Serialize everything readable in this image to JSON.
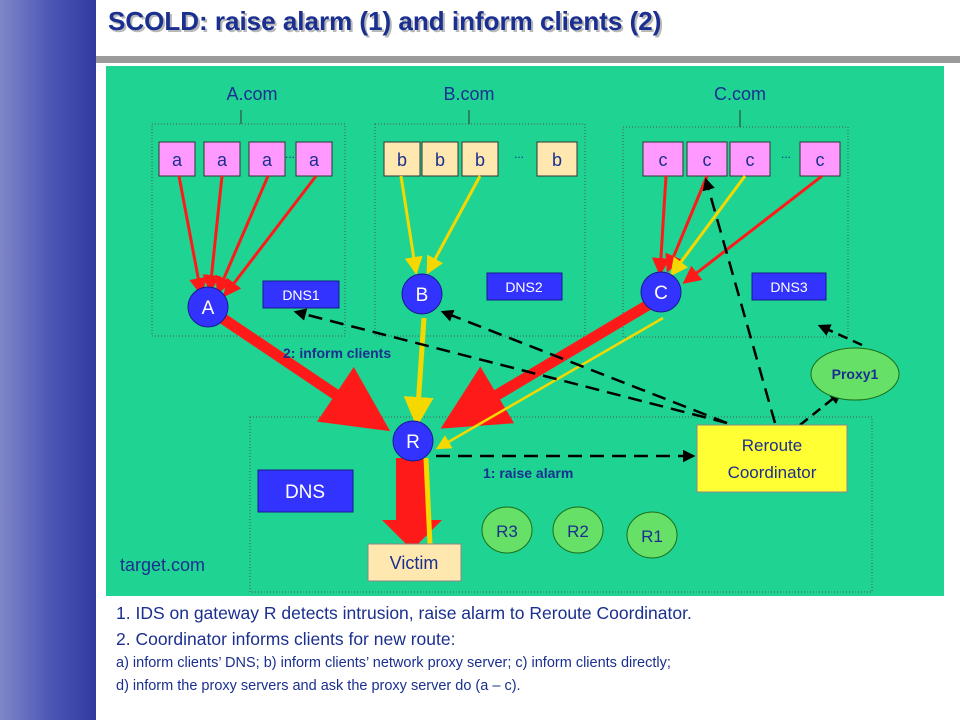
{
  "title": "SCOLD: raise alarm (1) and inform clients (2)",
  "domains": {
    "a": "A.com",
    "b": "B.com",
    "c": "C.com",
    "target": "target.com"
  },
  "clients": {
    "a": [
      "a",
      "a",
      "a",
      "a"
    ],
    "b": [
      "b",
      "b",
      "b",
      "b"
    ],
    "c": [
      "c",
      "c",
      "c",
      "c"
    ],
    "ellipsis": "..."
  },
  "gateways": {
    "a": "A",
    "b": "B",
    "c": "C",
    "r": "R"
  },
  "dns": {
    "dns1": "DNS1",
    "dns2": "DNS2",
    "dns3": "DNS3",
    "target": "DNS"
  },
  "proxy": "Proxy1",
  "coordinator": {
    "line1": "Reroute",
    "line2": "Coordinator"
  },
  "routers": {
    "r1": "R1",
    "r2": "R2",
    "r3": "R3"
  },
  "victim": "Victim",
  "labels": {
    "inform": "2: inform clients",
    "alarm": "1: raise alarm"
  },
  "notes": [
    "1. IDS on gateway R detects intrusion, raise alarm to Reroute Coordinator.",
    "2. Coordinator informs clients for new route:",
    "a) inform clients’ DNS; b) inform clients’ network proxy server; c) inform clients directly;",
    "d) inform the proxy servers and ask the proxy server do (a – c)."
  ],
  "colors": {
    "background": "#1fd493",
    "title": "#1a2f8f",
    "attack_red": "#ff1a1a",
    "legit_yellow": "#f5d800",
    "client_a_fill": "#ff99ff",
    "client_b_fill": "#ffe8b0",
    "client_c_fill": "#ff99ff",
    "gateway_fill": "#3333ff",
    "router_fill": "#66e066",
    "coordinator_fill": "#ffff33"
  }
}
